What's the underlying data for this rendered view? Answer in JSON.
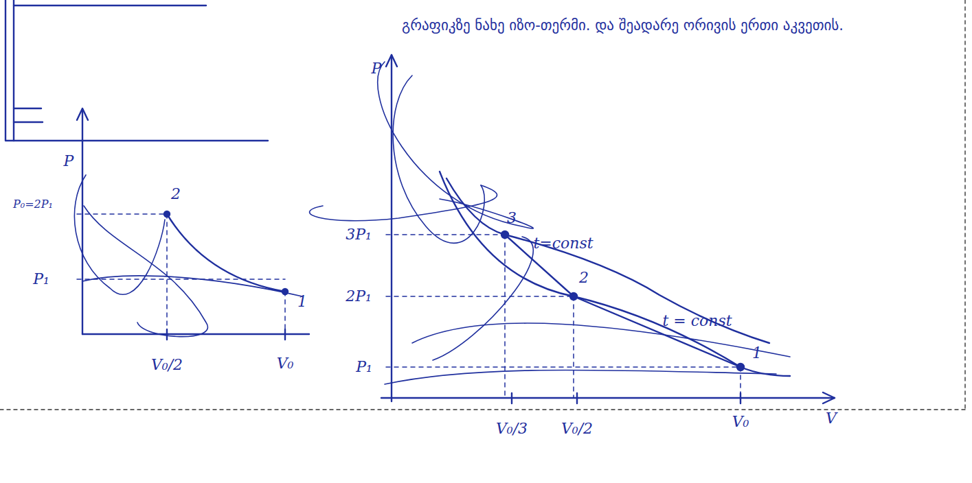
{
  "diagram": {
    "labels": [
      "გრაფიკზე ნახე იზო-თერმი. და შეადარე ორივის ერთი აკვეთის.",
      "P",
      "P₀=2P₁",
      "2",
      "P₁",
      "1",
      "V₀/2",
      "V₀",
      "P",
      "3P₁",
      "3",
      "t=const",
      "2P₁",
      "2",
      "t = const",
      "P₁",
      "1",
      "V₀/3",
      "V₀/2",
      "V₀",
      "V"
    ]
  }
}
